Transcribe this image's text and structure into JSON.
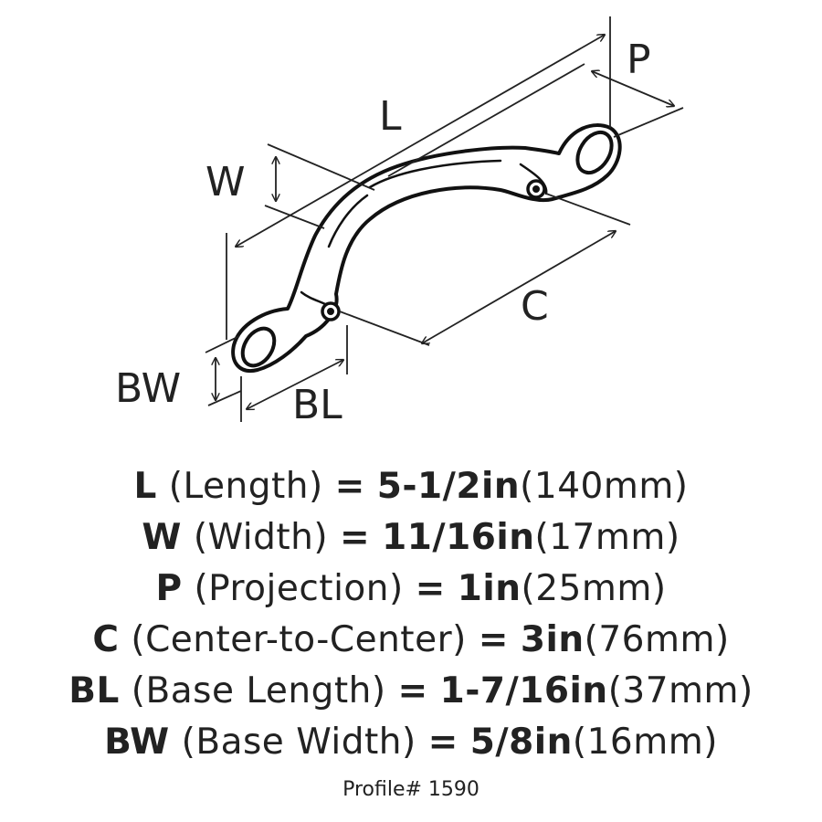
{
  "labels": {
    "L": "L",
    "W": "W",
    "P": "P",
    "C": "C",
    "BL": "BL",
    "BW": "BW"
  },
  "specs": [
    {
      "code": "L",
      "desc": "(Length)",
      "eq": "=",
      "value": "5-1/2in",
      "metric": "(140mm)"
    },
    {
      "code": "W",
      "desc": "(Width)",
      "eq": "=",
      "value": "11/16in",
      "metric": "(17mm)"
    },
    {
      "code": "P",
      "desc": "(Projection)",
      "eq": "=",
      "value": "1in",
      "metric": "(25mm)"
    },
    {
      "code": "C",
      "desc": "(Center-to-Center)",
      "eq": "=",
      "value": "3in",
      "metric": "(76mm)"
    },
    {
      "code": "BL",
      "desc": "(Base Length)",
      "eq": "=",
      "value": "1-7/16in",
      "metric": "(37mm)"
    },
    {
      "code": "BW",
      "desc": "(Base Width)",
      "eq": "=",
      "value": "5/8in",
      "metric": "(16mm)"
    }
  ],
  "profile": "Profile# 1590"
}
